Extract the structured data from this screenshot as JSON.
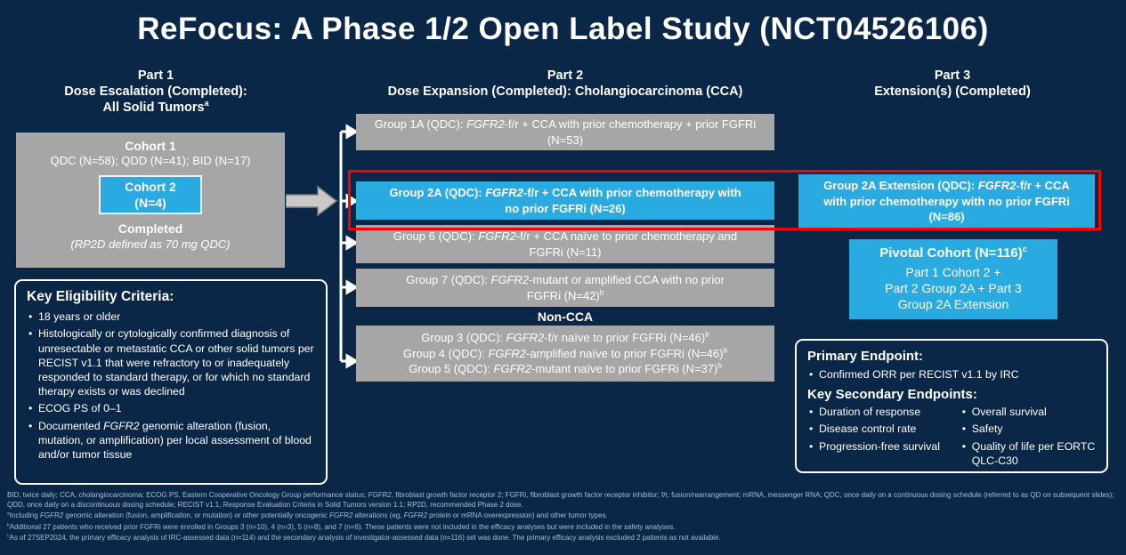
{
  "colors": {
    "background": "#0b2748",
    "gray_box": "#a6a6a6",
    "blue_box": "#29abe2",
    "highlight_red": "#fb0000",
    "footnote_text": "#a9bdd6"
  },
  "title": "ReFocus: A Phase 1/2 Open Label Study (NCT04526106)",
  "part1": {
    "header": {
      "line1": "Part 1",
      "line2": "Dose Escalation (Completed):",
      "line3": "All Solid Tumors^a"
    },
    "cohort1_title": "Cohort 1",
    "cohort1_detail": "QDC (N=58); QDD (N=41); BID (N=17)",
    "cohort2_line1": "Cohort 2",
    "cohort2_line2": "(N=4)",
    "completed_title": "Completed",
    "completed_detail": "(RP2D defined as 70 mg QDC)"
  },
  "part2": {
    "header": {
      "line1": "Part 2",
      "line2": "Dose Expansion (Completed): Cholangiocarcinoma (CCA)"
    },
    "group1a": "Group 1A (QDC): *FGFR2*-f/r + CCA with prior chemotherapy + prior FGFRi (N=53)",
    "group2a": "Group 2A (QDC): *FGFR2*-f/r + CCA with prior chemotherapy with no prior FGFRi (N=26)",
    "group6": "Group 6 (QDC): *FGFR2*-f/r + CCA naïve to prior chemotherapy and FGFRi (N=11)",
    "group7": "Group 7 (QDC): *FGFR2*-mutant or amplified CCA with no prior FGFRi (N=42)^b",
    "non_cca_label": "Non-CCA",
    "group3": "Group 3 (QDC): *FGFR2*-f/r naïve to prior FGFRi (N=46)^b",
    "group4": "Group 4 (QDC): *FGFR2*-amplified naïve to prior FGFRi (N=46)^b",
    "group5": "Group 5 (QDC): *FGFR2*-mutant naïve to prior FGFRi (N=37)^b"
  },
  "part3": {
    "header": {
      "line1": "Part 3",
      "line2": "Extension(s) (Completed)"
    },
    "group2a_extension": "Group 2A Extension (QDC): *FGFR2*-f/r + CCA with prior chemotherapy with no prior FGFRi (N=86)",
    "pivotal_title": "Pivotal Cohort (N=116)^c",
    "pivotal_line1": "Part 1 Cohort 2 +",
    "pivotal_line2": "Part 2 Group 2A + Part 3",
    "pivotal_line3": "Group 2A Extension"
  },
  "eligibility": {
    "title": "Key Eligibility Criteria:",
    "bullets": [
      "18 years or older",
      "Histologically or cytologically confirmed diagnosis of unresectable or metastatic CCA or other solid tumors per RECIST v1.1 that were refractory to or inadequately responded to standard therapy, or for which no standard therapy exists or was declined",
      "ECOG PS of 0–1",
      "Documented *FGFR2* genomic alteration (fusion, mutation, or amplification) per local assessment of blood and/or tumor tissue"
    ]
  },
  "endpoints": {
    "primary_title": "Primary Endpoint:",
    "primary_bullets": [
      "Confirmed ORR per RECIST v1.1 by IRC"
    ],
    "secondary_title": "Key Secondary Endpoints:",
    "secondary_left": [
      "Duration of response",
      "Disease control rate",
      "Progression-free survival"
    ],
    "secondary_right": [
      "Overall survival",
      "Safety",
      "Quality of life per EORTC QLC-C30"
    ]
  },
  "footnotes": [
    "BID, twice daily; CCA, cholangiocarcinoma; ECOG PS, Eastern Cooperative Oncology Group performance status; *FGFR2*, fibroblast growth factor receptor 2; FGFRi, fibroblast growth factor receptor inhibitor; f/r, fusion/rearrangement; mRNA, messenger RNA; QDC, once daily on a continuous dosing schedule (referred to as QD on subsequent slides); QDD, once daily on a discontinuous dosing schedule; RECIST v1.1, Response Evaluation Criteria in Solid Tumors version 1.1; RP2D, recommended Phase 2 dose.",
    "^aIncluding *FGFR2* genomic alteration (fusion, amplification, or mutation) or other potentially oncogenic *FGFR2* alterations (eg, *FGFR2* protein or mRNA overexpression) and other tumor types.",
    "^bAdditional 27 patients who received prior FGFRi were enrolled in Groups 3 (n=10), 4 (n=3), 5 (n=8), and 7 (n=6). These patients were not included in the efficacy analyses but were included in the safety analyses.",
    "^cAs of 27SEP2024, the primary efficacy analysis of IRC-assessed data (n=114) and the secondary analysis of investigator-assessed data (n=116) set was done. The primary efficacy analysis excluded 2 patients as not available."
  ]
}
